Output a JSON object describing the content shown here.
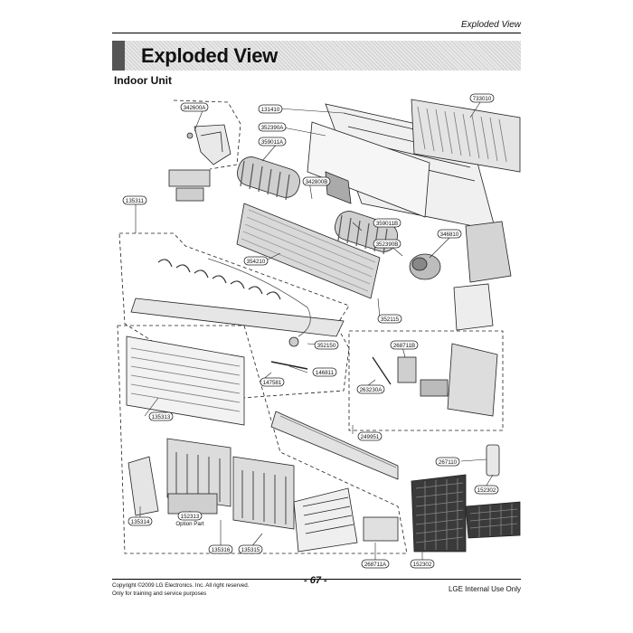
{
  "header": {
    "running_title": "Exploded View"
  },
  "title": "Exploded View",
  "section_title": "Indoor Unit",
  "parts": [
    {
      "id": "p342600A",
      "label": "342600A"
    },
    {
      "id": "p131410",
      "label": "131410"
    },
    {
      "id": "p352390A",
      "label": "352390A"
    },
    {
      "id": "p359011A",
      "label": "359011A"
    },
    {
      "id": "p733010",
      "label": "733010"
    },
    {
      "id": "p342800B",
      "label": "342800B"
    },
    {
      "id": "p135311",
      "label": "135311"
    },
    {
      "id": "p359011B",
      "label": "359011B"
    },
    {
      "id": "p346810",
      "label": "346810"
    },
    {
      "id": "p352390B",
      "label": "352390B"
    },
    {
      "id": "p354210",
      "label": "354210"
    },
    {
      "id": "p352115",
      "label": "352115"
    },
    {
      "id": "p352150",
      "label": "352150"
    },
    {
      "id": "p146811",
      "label": "146811"
    },
    {
      "id": "p147581",
      "label": "147581"
    },
    {
      "id": "p268711B",
      "label": "268711B"
    },
    {
      "id": "p263230A",
      "label": "263230A"
    },
    {
      "id": "p135313",
      "label": "135313"
    },
    {
      "id": "p249951",
      "label": "249951"
    },
    {
      "id": "p267110",
      "label": "267110"
    },
    {
      "id": "p152302a",
      "label": "152302"
    },
    {
      "id": "p135314",
      "label": "135314"
    },
    {
      "id": "p152313",
      "label": "152313"
    },
    {
      "id": "p135316",
      "label": "135316"
    },
    {
      "id": "p135315",
      "label": "135315"
    },
    {
      "id": "p268711A",
      "label": "268711A"
    },
    {
      "id": "p152302b",
      "label": "152302"
    }
  ],
  "option_part_note": "Option Part",
  "footer": {
    "copyright": "Copyright ©2009 LG Electronics. Inc. All right reserved.",
    "training": "Only for training and service purposes",
    "page": "- 67 -",
    "internal": "LGE Internal Use Only"
  }
}
